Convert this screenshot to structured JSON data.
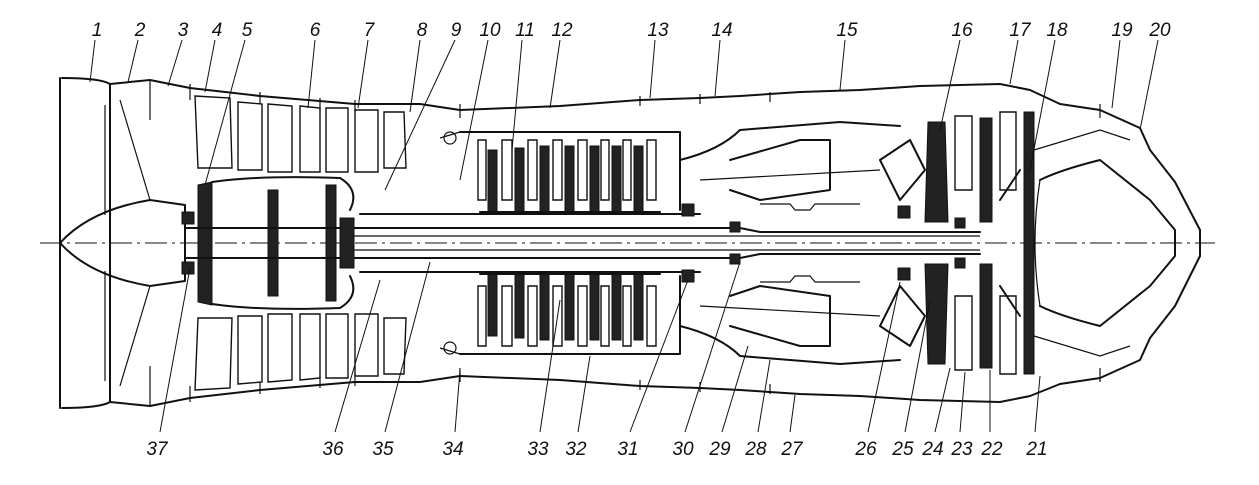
{
  "top_labels": [
    "1",
    "2",
    "3",
    "4",
    "5",
    "6",
    "7",
    "8",
    "9",
    "10",
    "11",
    "12",
    "13",
    "14",
    "15",
    "16",
    "17",
    "18",
    "19",
    "20"
  ],
  "bottom_labels": [
    "37",
    "36",
    "35",
    "34",
    "33",
    "32",
    "31",
    "30",
    "29",
    "28",
    "27",
    "26",
    "25",
    "24",
    "23",
    "22",
    "21"
  ],
  "colors": {
    "ink": "#111111",
    "paper": "#ffffff"
  }
}
